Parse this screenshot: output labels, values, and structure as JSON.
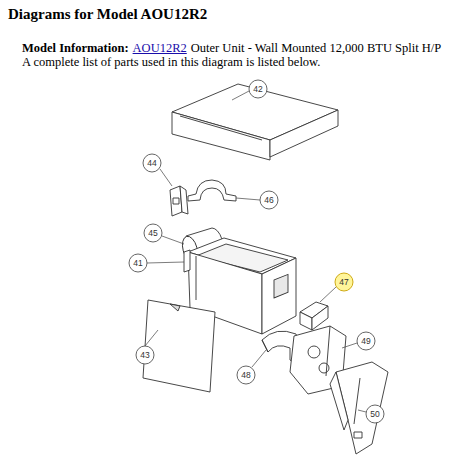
{
  "diagram": {
    "title": "Diagrams for Model AOU12R2",
    "labels": [
      "Model Information:",
      "AOU12R2",
      "Outer Unit - Wall Mounted 12,000 BTU Split H/P",
      "A complete list of parts used in this diagram is listed below.",
      "42",
      "44",
      "46",
      "45",
      "41",
      "47",
      "43",
      "49",
      "48",
      "50"
    ]
  }
}
